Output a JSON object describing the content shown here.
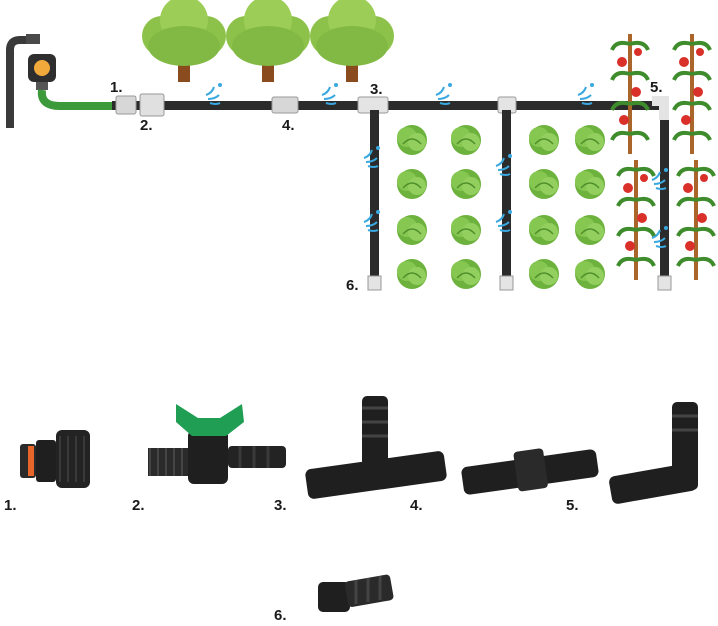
{
  "colors": {
    "pipe": "#2b2b2b",
    "hose": "#3d9a3a",
    "tree": "#8dc24a",
    "tree_trunk": "#8a4b1f",
    "cabbage": "#7cc04a",
    "tomato": "#d9302a",
    "water": "#39a8e0",
    "valve_handle": "#1f9e54",
    "fitting": "#1f1f1f",
    "connector_ring": "#e8662a"
  },
  "diagram": {
    "labels": {
      "l1": "1.",
      "l2": "2.",
      "l3": "3.",
      "l4": "4.",
      "l5": "5.",
      "l6": "6."
    }
  },
  "parts": {
    "p1": "1.",
    "p2": "2.",
    "p3": "3.",
    "p4": "4.",
    "p5": "5.",
    "p6": "6."
  },
  "icons": [
    "faucet-icon",
    "timer-icon",
    "tree-icon",
    "cabbage-icon",
    "tomato-plant-icon",
    "water-drip-icon"
  ]
}
